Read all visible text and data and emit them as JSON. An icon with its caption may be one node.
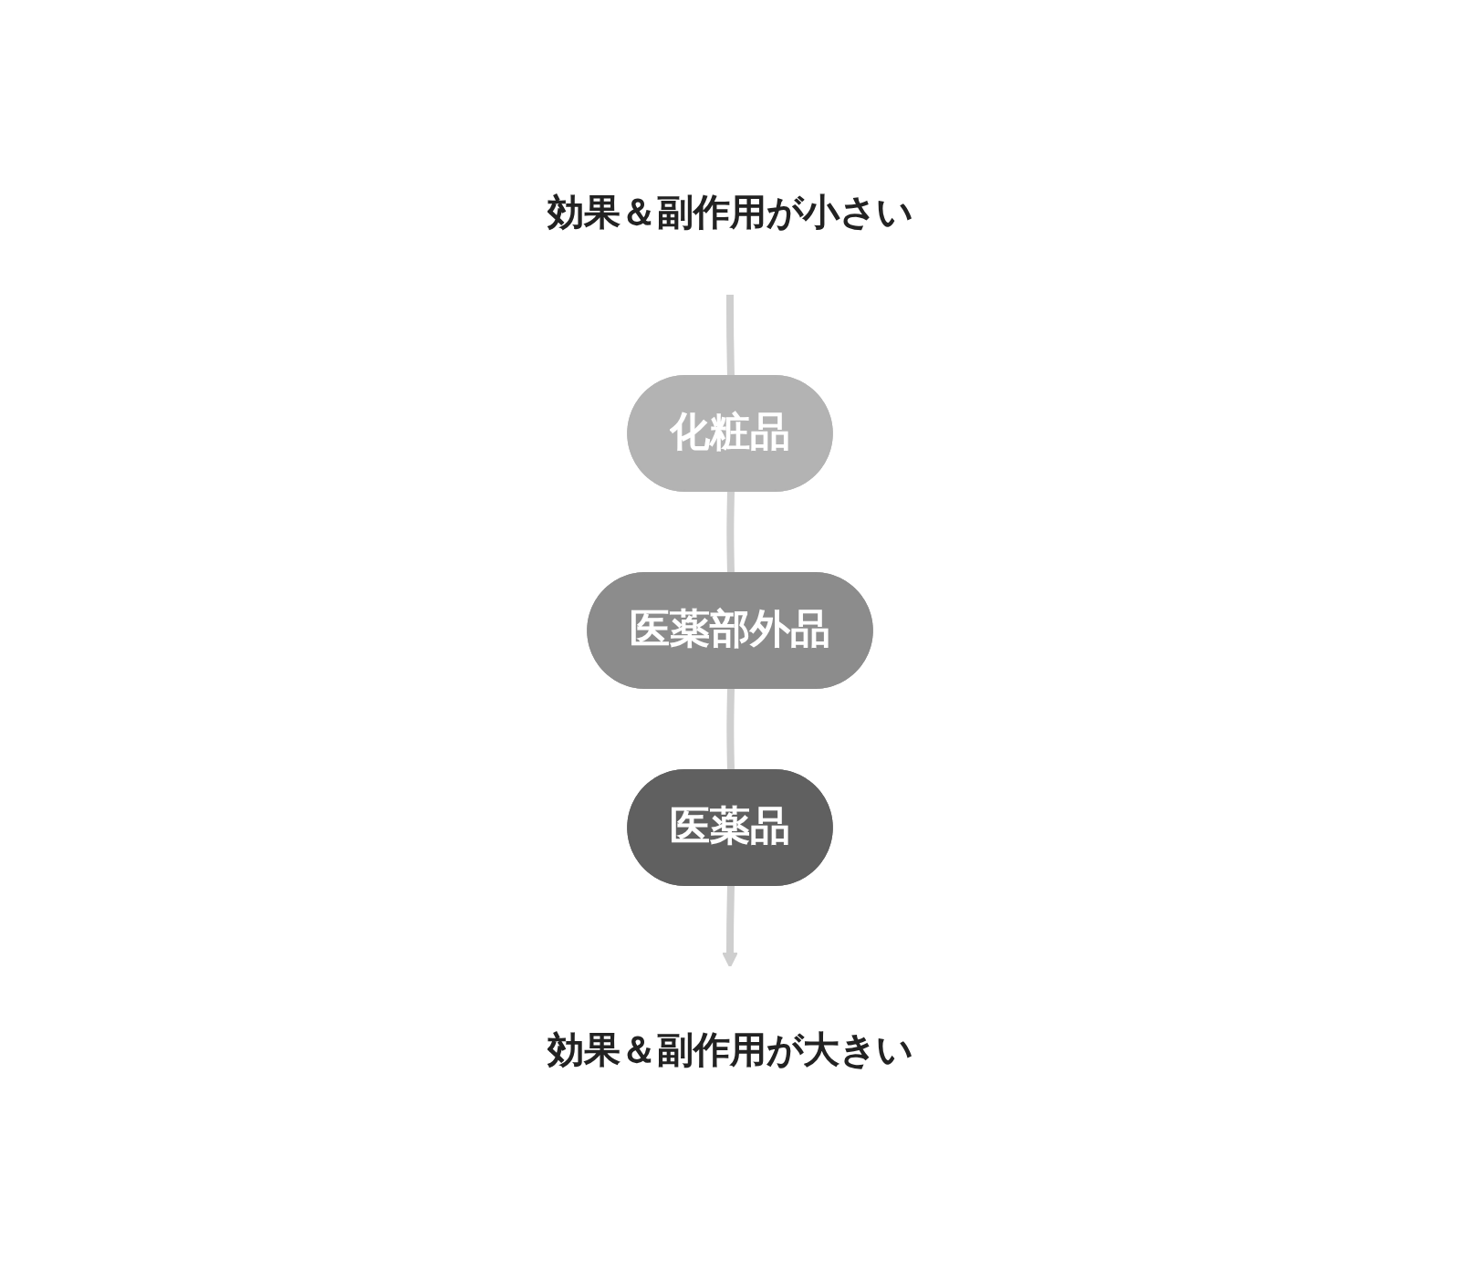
{
  "diagram": {
    "nodes": [
      {
        "text": [
          "効果＆副作用が小さい"
        ]
      },
      {
        "text": [
          "化粧品"
        ]
      },
      {
        "text": [
          "医薬部外品"
        ]
      },
      {
        "text": [
          "医薬品"
        ]
      },
      {
        "text": [
          "効果＆副作用が大きい"
        ]
      }
    ],
    "edges": [
      {
        "from": 0,
        "to": 1,
        "arrow": "none"
      },
      {
        "from": 1,
        "to": 2,
        "arrow": "none"
      },
      {
        "from": 2,
        "to": 3,
        "arrow": "none"
      },
      {
        "from": 3,
        "to": 4,
        "arrow": "to"
      }
    ]
  }
}
